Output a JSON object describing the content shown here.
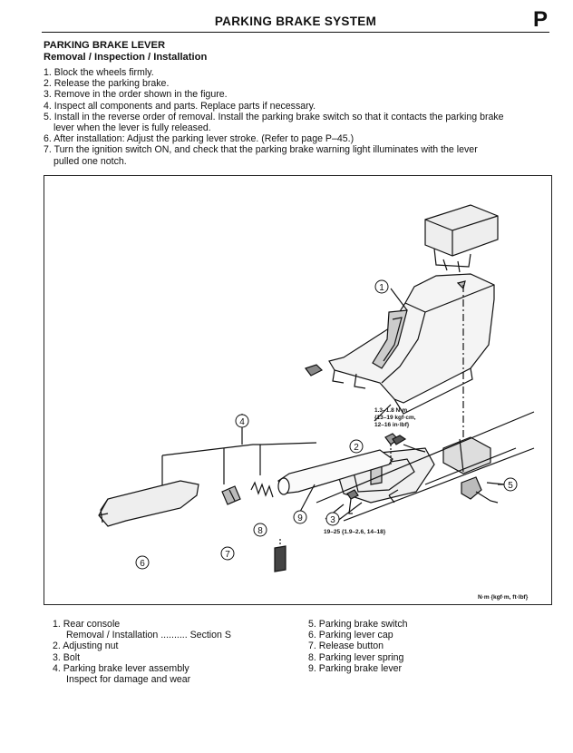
{
  "header": {
    "title": "PARKING BRAKE SYSTEM",
    "section_letter": "P"
  },
  "headings": {
    "component": "PARKING BRAKE LEVER",
    "procedure": "Removal / Inspection / Installation"
  },
  "steps": [
    "1. Block the wheels firmly.",
    "2. Release the parking brake.",
    "3. Remove in the order shown in the figure.",
    "4. Inspect all components and parts. Replace parts if necessary.",
    "5. Install in the reverse order of removal. Install the parking brake switch so that it contacts the parking brake",
    "lever when the lever is fully released.",
    "6. After installation: Adjust the parking lever stroke. (Refer to page P–45.)",
    "7. Turn the ignition switch ON, and check that the parking brake warning light illuminates with the lever",
    "pulled one notch."
  ],
  "figure": {
    "callouts": [
      "1",
      "2",
      "3",
      "4",
      "5",
      "6",
      "7",
      "8",
      "9"
    ],
    "torque_specs": {
      "switch_line1": "1.3–1.8 N·m",
      "switch_line2": "{13–19 kgf·cm,",
      "switch_line3": "12–16 in·lbf}",
      "bolt": "19–25 {1.9–2.6, 14–18}"
    },
    "units_note": "N·m {kgf·m, ft·lbf}"
  },
  "legend": {
    "left": [
      {
        "text": "1. Rear console"
      },
      {
        "text": "Removal / Installation",
        "dots": " .......... ",
        "ref": "Section S"
      },
      {
        "text": "2. Adjusting nut"
      },
      {
        "text": "3. Bolt"
      },
      {
        "text": "4. Parking brake lever assembly"
      },
      {
        "text": "Inspect for damage and wear"
      }
    ],
    "right": [
      "5. Parking brake switch",
      "6. Parking lever cap",
      "7. Release button",
      "8. Parking lever spring",
      "9. Parking brake lever"
    ]
  }
}
